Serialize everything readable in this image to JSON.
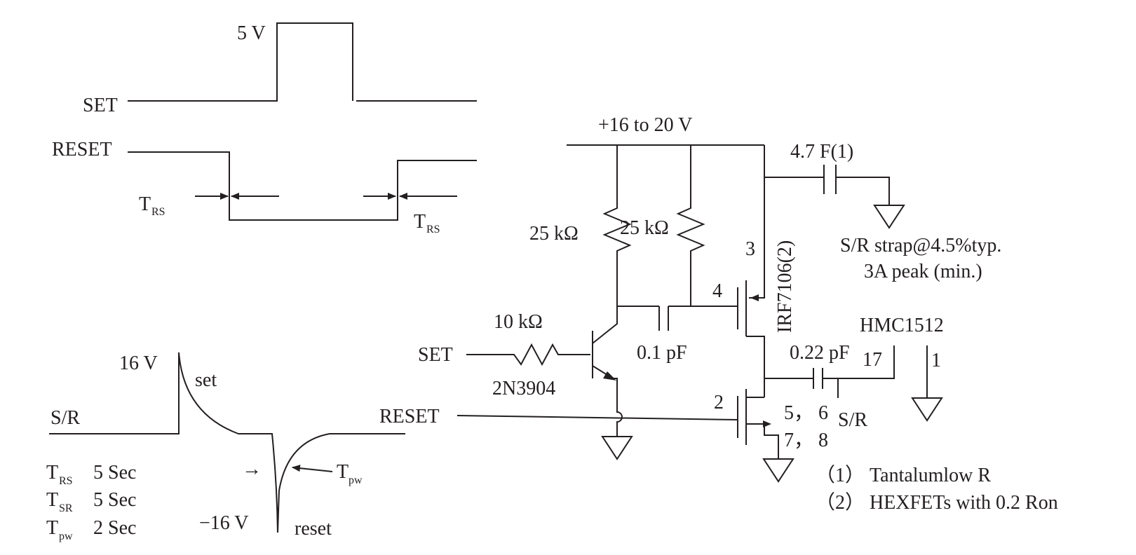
{
  "timing": {
    "five_v": "5 V",
    "set": "SET",
    "reset": "RESET",
    "t_main": "T",
    "rs_sub": "RS",
    "sr_sub": "SR",
    "pw_sub": "pw",
    "sixteen_v": "16 V",
    "minus_sixteen_v": "−16 V",
    "sr": "S/R",
    "set_lower": "set",
    "reset_lower": "reset",
    "arrow": "→",
    "table": [
      {
        "label": "T",
        "sub": "RS",
        "value": "5 Sec"
      },
      {
        "label": "T",
        "sub": "SR",
        "value": "5 Sec"
      },
      {
        "label": "T",
        "sub": "pw",
        "value": "2 Sec"
      }
    ]
  },
  "circuit": {
    "supply": "+16 to 20 V",
    "cap_tantalum": "4.7 F(1)",
    "r1": "25 kΩ",
    "r2": "25 kΩ",
    "r3": "10 kΩ",
    "pin3": "3",
    "pin4": "4",
    "pin2": "2",
    "fet": "IRF7106(2)",
    "strap_line1": "S/R strap@4.5%typ.",
    "strap_line2": "3A peak (min.)",
    "chip": "HMC1512",
    "c_gate": "0.1 pF",
    "c_out": "0.22 pF",
    "pin17": "17",
    "pin1": "1",
    "set_in": "SET",
    "reset_in": "RESET",
    "transistor": "2N3904",
    "pins56": "5， 6",
    "pins78": "7， 8",
    "sr_pin": "S/R",
    "note1": "（1） Tantalumlow R",
    "note2": "（2） HEXFETs with 0.2 Ron"
  }
}
